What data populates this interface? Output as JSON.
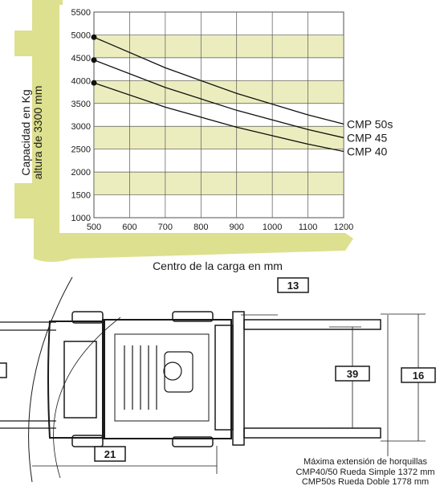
{
  "chart_data": {
    "type": "line",
    "title": "",
    "xlabel": "Centro de la carga en mm",
    "ylabel_lines": [
      "Capacidad en Kg",
      "altura de 3300 mm"
    ],
    "xlim": [
      500,
      1200
    ],
    "ylim": [
      1000,
      5500
    ],
    "x_ticks": [
      500,
      600,
      700,
      800,
      900,
      1000,
      1100,
      1200
    ],
    "y_ticks": [
      1000,
      1500,
      2000,
      2500,
      3000,
      3500,
      4000,
      4500,
      5000,
      5500
    ],
    "grid": true,
    "band_color": "#ecedbf",
    "frame_color": "#dde08e",
    "series": [
      {
        "name": "CMP 50s",
        "x": [
          500,
          700,
          900,
          1100,
          1200
        ],
        "y": [
          4950,
          4280,
          3720,
          3250,
          3050
        ]
      },
      {
        "name": "CMP 45",
        "x": [
          500,
          700,
          900,
          1100,
          1200
        ],
        "y": [
          4450,
          3850,
          3350,
          2930,
          2750
        ]
      },
      {
        "name": "CMP 40",
        "x": [
          500,
          700,
          900,
          1100,
          1200
        ],
        "y": [
          3950,
          3420,
          2980,
          2610,
          2450
        ]
      }
    ]
  },
  "diagram": {
    "dimension_labels": [
      "13",
      "39",
      "16",
      "21"
    ],
    "note_lines": [
      "Máxima extensión de horquillas",
      "CMP40/50 Rueda Simple 1372 mm",
      "CMP50s Rueda Doble 1778 mm"
    ]
  }
}
